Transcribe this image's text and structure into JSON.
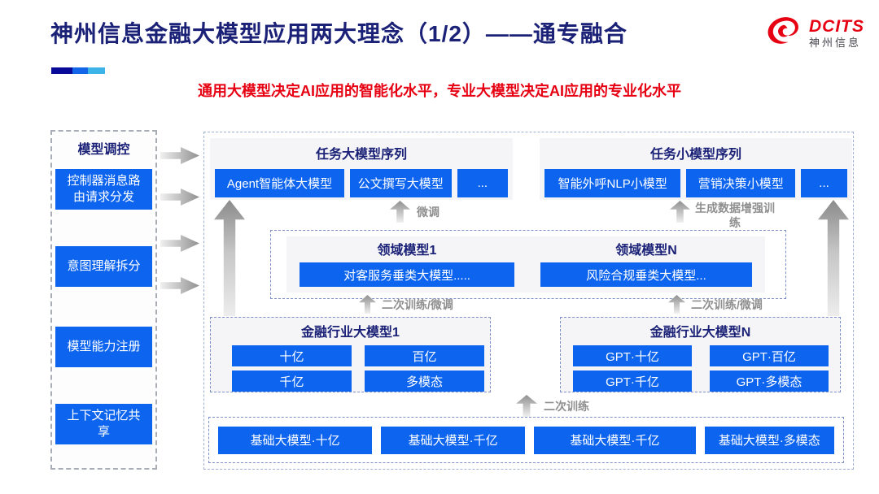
{
  "header": {
    "title": "神州信息金融大模型应用两大理念（1/2）——通专融合",
    "subtitle": "通用大模型决定AI应用的智能化水平，专业大模型决定AI应用的专业化水平",
    "logo_text": "DCITS",
    "logo_cn": "神州信息"
  },
  "colors": {
    "accent_blue": "#0d64ee",
    "title_navy": "#1a2177",
    "brand_red": "#e60012",
    "label_gray": "#8f8f8f"
  },
  "sidebar": {
    "title": "模型调控",
    "items": [
      "控制器消息路由请求分发",
      "意图理解拆分",
      "模型能力注册",
      "上下文记忆共享"
    ]
  },
  "task_large": {
    "title": "任务大模型序列",
    "items": [
      "Agent智能体大模型",
      "公文撰写大模型",
      "..."
    ]
  },
  "task_small": {
    "title": "任务小模型序列",
    "items": [
      "智能外呼NLP小模型",
      "营销决策小模型",
      "..."
    ]
  },
  "arrows": {
    "finetune": "微调",
    "gen_data_training": "生成数据增强训练",
    "retrain_finetune_left": "二次训练/微调",
    "retrain_finetune_right": "二次训练/微调",
    "retrain": "二次训练"
  },
  "domain_models": {
    "groups": [
      {
        "title": "领域模型1",
        "item": "对客服务垂类大模型....."
      },
      {
        "title": "领域模型N",
        "item": "风险合规垂类大模型..."
      }
    ]
  },
  "industry_models": {
    "groups": [
      {
        "title": "金融行业大模型1",
        "items": [
          "十亿",
          "百亿",
          "千亿",
          "多模态"
        ]
      },
      {
        "title": "金融行业大模型N",
        "items": [
          "GPT·十亿",
          "GPT·百亿",
          "GPT·千亿",
          "GPT·多模态"
        ]
      }
    ]
  },
  "base_models": {
    "items": [
      "基础大模型·十亿",
      "基础大模型·千亿",
      "基础大模型·千亿",
      "基础大模型·多模态"
    ]
  }
}
